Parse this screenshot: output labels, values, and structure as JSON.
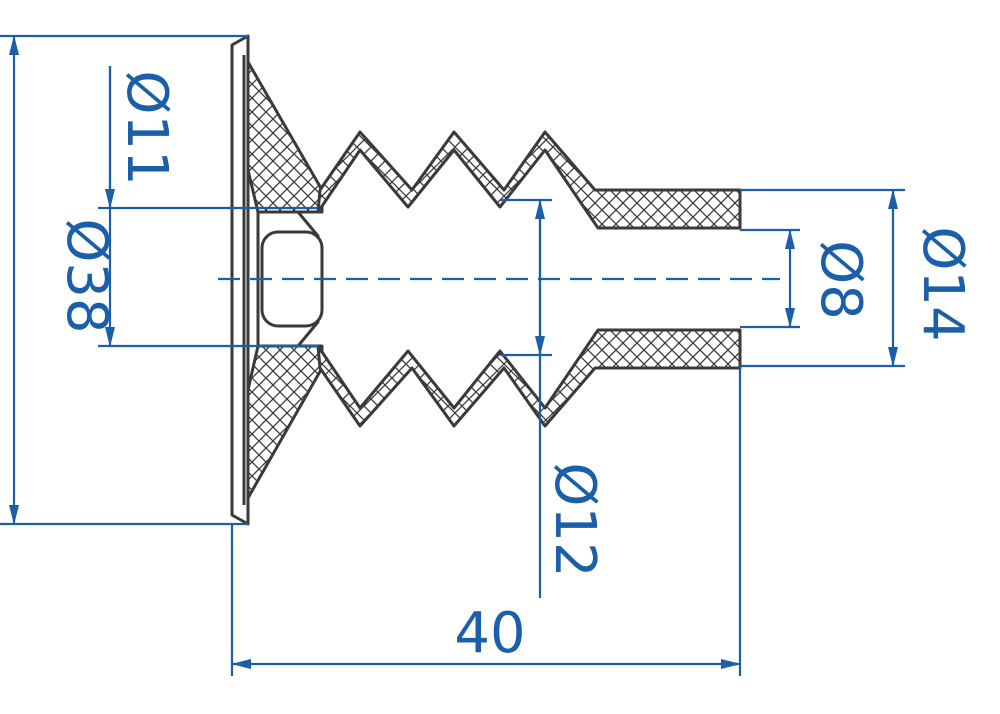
{
  "colors": {
    "dimension": "#1a5fa8",
    "outline": "#3a3a3a"
  },
  "dimensions": {
    "d38": "Ø38",
    "d11": "Ø11",
    "d12": "Ø12",
    "d8": "Ø8",
    "d14": "Ø14",
    "length": "40"
  }
}
